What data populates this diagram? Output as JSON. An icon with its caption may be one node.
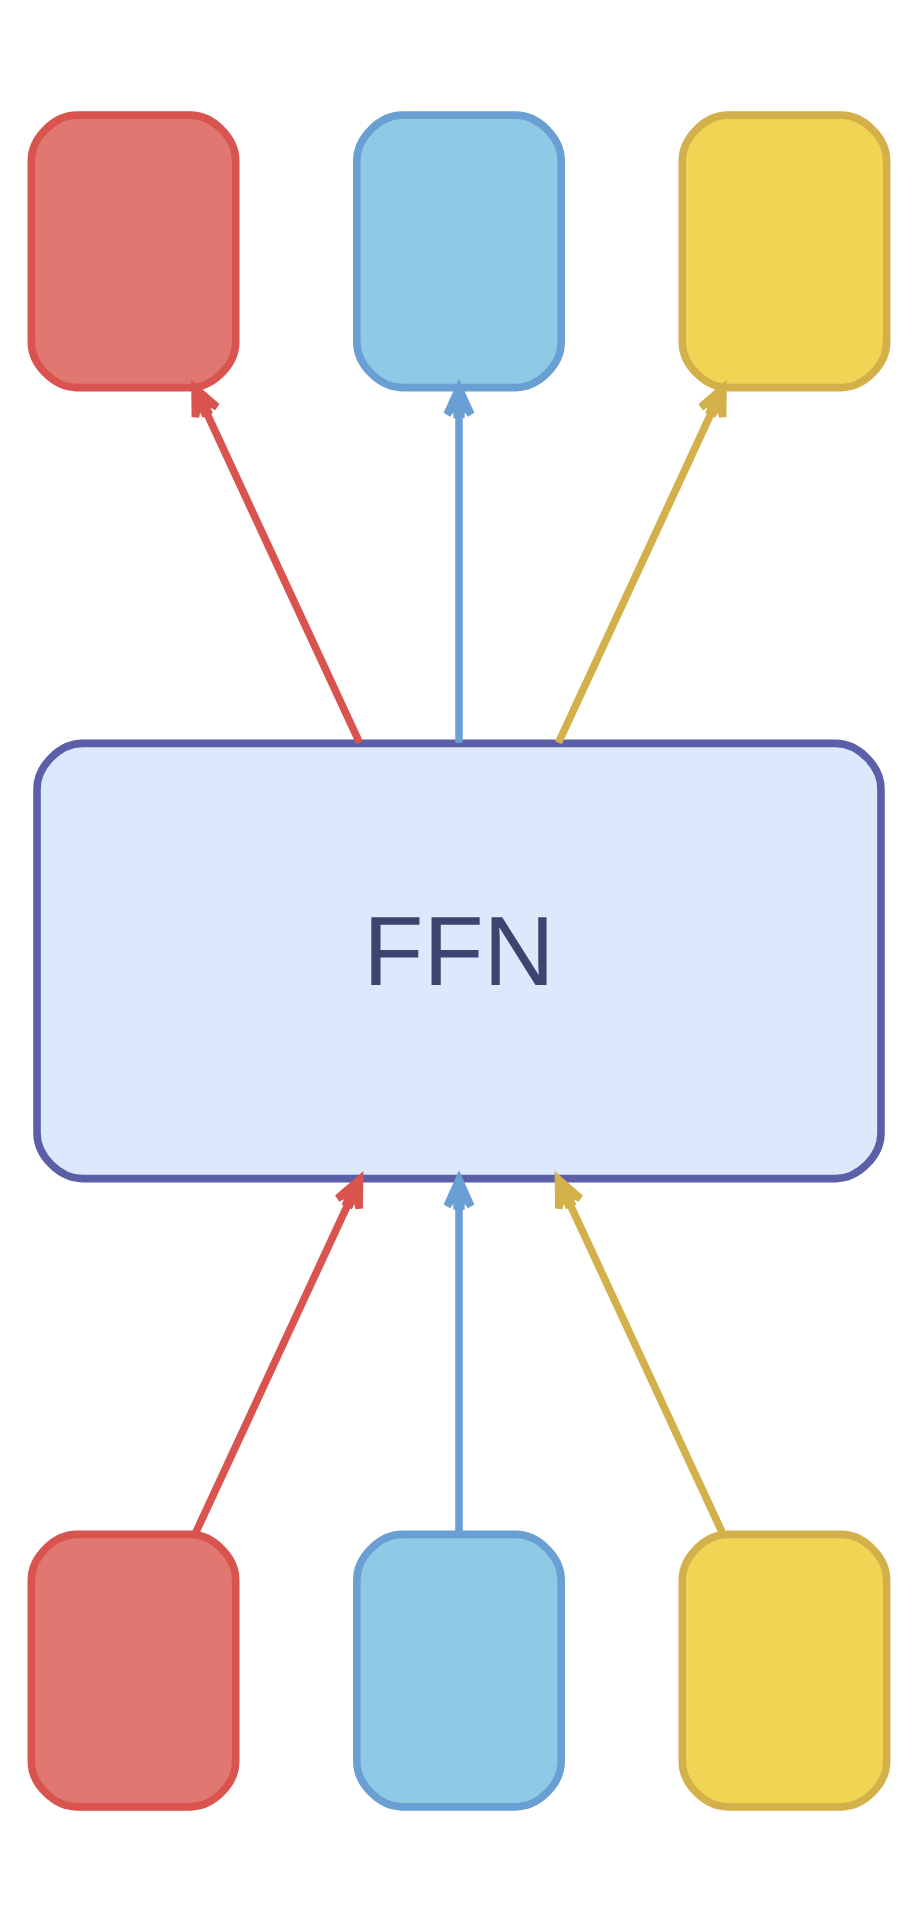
{
  "diagram": {
    "nodes": [
      {
        "text": [],
        "shape": "box"
      },
      {
        "text": [],
        "shape": "box"
      },
      {
        "text": [],
        "shape": "box"
      },
      {
        "text": [
          "FFN"
        ]
      },
      {
        "text": [],
        "shape": "box"
      },
      {
        "text": [],
        "shape": "box"
      },
      {
        "text": [],
        "shape": "box"
      }
    ],
    "edges": [
      {
        "from": 4,
        "to": 3,
        "arrow": "to",
        "color": "#d9534f"
      },
      {
        "from": 5,
        "to": 3,
        "arrow": "to",
        "color": "#6a9fd4"
      },
      {
        "from": 6,
        "to": 3,
        "arrow": "to",
        "color": "#d4b04a"
      },
      {
        "from": 3,
        "to": 0,
        "arrow": "to",
        "color": "#d9534f"
      },
      {
        "from": 3,
        "to": 1,
        "arrow": "to",
        "color": "#6a9fd4"
      },
      {
        "from": 3,
        "to": 2,
        "arrow": "to",
        "color": "#d4b04a"
      }
    ]
  }
}
